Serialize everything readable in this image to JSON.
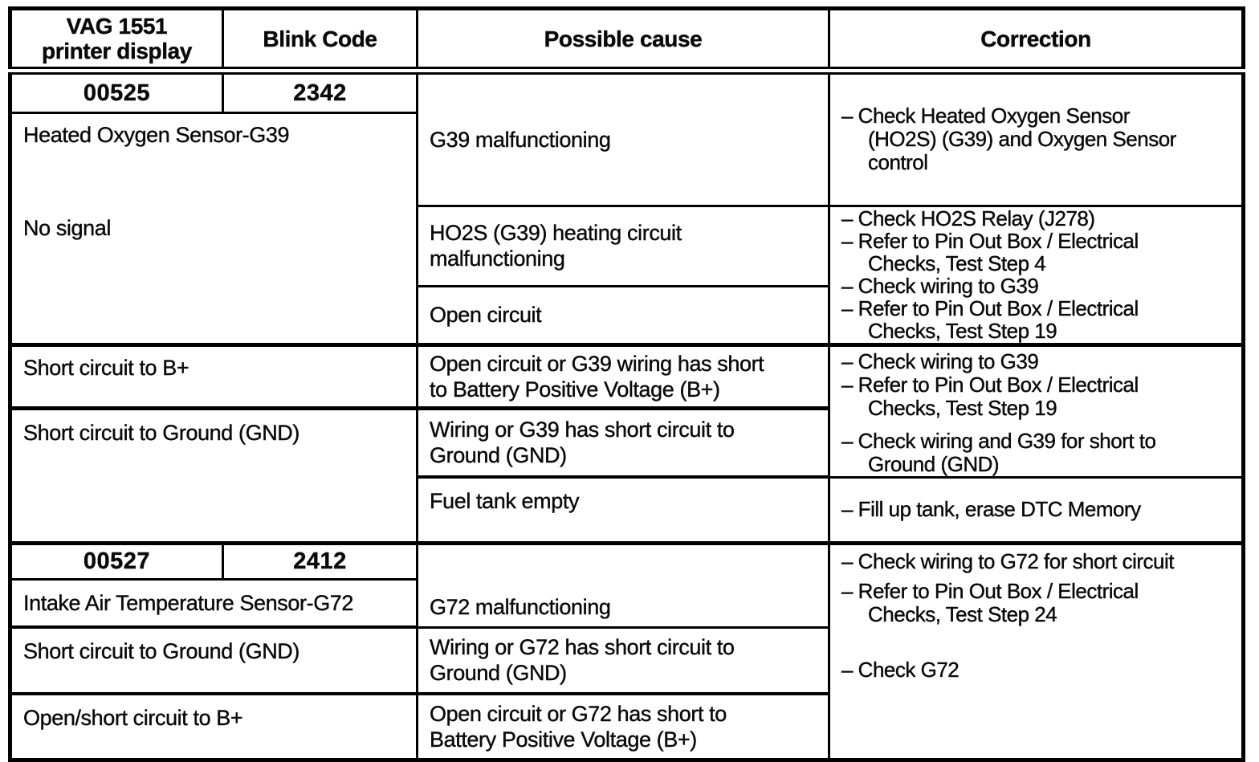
{
  "header": {
    "col1": "VAG 1551\nprinter display",
    "col2": "Blink Code",
    "col3": "Possible cause",
    "col4": "Correction"
  },
  "section1": {
    "code": "00525",
    "blink_code": "2342",
    "component": "Heated Oxygen Sensor-G39",
    "symptom_no_signal": "No signal",
    "symptom_short_b_plus": "Short circuit to B+",
    "symptom_short_gnd": "Short circuit to Ground (GND)",
    "cause_g39_malfunction": "G39 malfunctioning",
    "cause_heating_circuit": "HO2S (G39) heating circuit\nmalfunctioning",
    "cause_open_circuit": "Open circuit",
    "cause_short_b_plus": "Open circuit or G39 wiring has short\nto Battery Positive Voltage (B+)",
    "cause_short_gnd": "Wiring or G39 has short circuit to\nGround (GND)",
    "cause_fuel_tank": "Fuel tank empty",
    "corr_1": {
      "b1": "– Check Heated Oxygen Sensor\n(HO2S) (G39) and Oxygen Sensor\ncontrol"
    },
    "corr_2": {
      "b1": "– Check HO2S Relay (J278)",
      "b2": "– Refer to Pin Out Box / Electrical\nChecks, Test Step 4",
      "b3": "– Check wiring to G39",
      "b4": "– Refer to Pin Out Box / Electrical\nChecks, Test Step 19"
    },
    "corr_3": {
      "b1": "– Check wiring to G39",
      "b2": "– Refer to Pin Out Box / Electrical\nChecks, Test Step 19",
      "b3": "– Check wiring and G39 for short to\nGround (GND)"
    },
    "corr_4": {
      "b1": "– Fill up tank, erase DTC Memory"
    }
  },
  "section2": {
    "code": "00527",
    "blink_code": "2412",
    "component": "Intake Air Temperature Sensor-G72",
    "symptom_short_gnd": "Short circuit to Ground (GND)",
    "symptom_open_short_b_plus": "Open/short circuit to B+",
    "cause_g72_malfunction": "G72 malfunctioning",
    "cause_short_gnd": "Wiring or G72 has short circuit to\nGround (GND)",
    "cause_short_b_plus": "Open circuit or G72 has short to\nBattery Positive Voltage (B+)",
    "corr": {
      "b1": "– Check wiring to G72 for short circuit",
      "b2": "– Refer to Pin Out Box / Electrical\nChecks, Test Step 24",
      "b3": "– Check G72"
    }
  }
}
